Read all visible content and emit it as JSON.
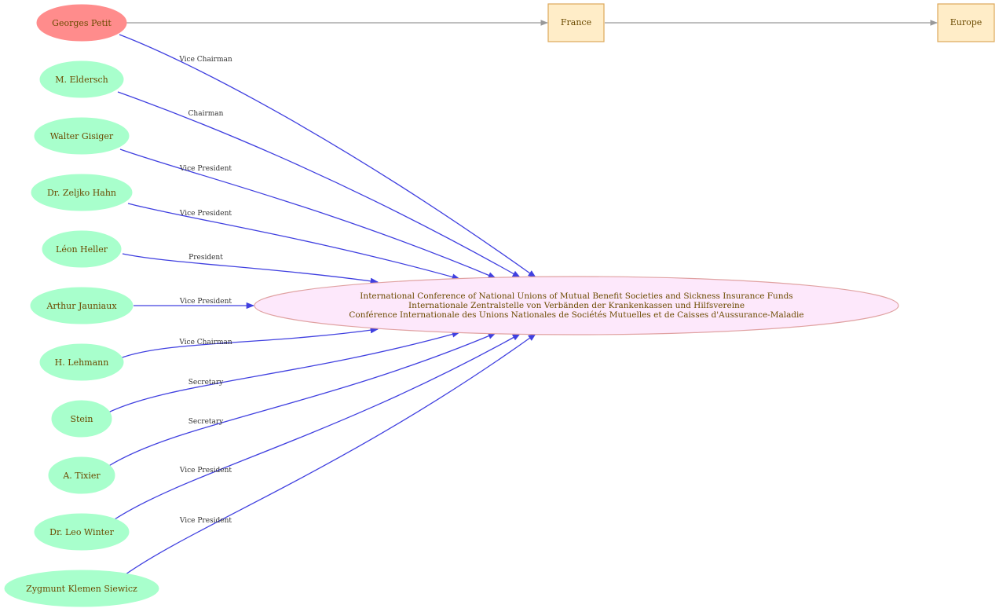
{
  "colors": {
    "person_fill": "#a8ffcc",
    "person_stroke": "#a8ffcc",
    "highlight_fill": "#ff8c8c",
    "center_fill": "#fde8fb",
    "center_stroke": "#e0a2a2",
    "country_fill": "#ffedc8",
    "country_stroke": "#dca85a",
    "edge_blue": "#4040e0",
    "edge_gray": "#999999"
  },
  "diagram": {
    "center": {
      "lines": [
        "International Conference of National Unions of Mutual Benefit Societies and Sickness Insurance Funds",
        "Internationale Zentralstelle von Verbänden der Krankenkassen und Hilfsvereine",
        "Conférence Internationale des Unions Nationales de Sociétés Mutuelles et de Caisses d'Aussurance-Maladie"
      ]
    },
    "people": [
      {
        "name": "Georges Petit",
        "role": "Vice Chairman",
        "highlight": true
      },
      {
        "name": "M. Eldersch",
        "role": "Chairman"
      },
      {
        "name": "Walter Gisiger",
        "role": "Vice President"
      },
      {
        "name": "Dr. Zeljko Hahn",
        "role": "Vice President"
      },
      {
        "name": "Léon Heller",
        "role": "President"
      },
      {
        "name": "Arthur Jauniaux",
        "role": "Vice President"
      },
      {
        "name": "H. Lehmann",
        "role": "Vice Chairman"
      },
      {
        "name": "Stein",
        "role": "Secretary"
      },
      {
        "name": "A.  Tixier",
        "role": "Secretary"
      },
      {
        "name": "Dr. Leo Winter",
        "role": "Vice President"
      },
      {
        "name": "Zygmunt Klemen Siewicz",
        "role": "Vice President"
      }
    ],
    "places": [
      {
        "name": "France"
      },
      {
        "name": "Europe"
      }
    ]
  }
}
